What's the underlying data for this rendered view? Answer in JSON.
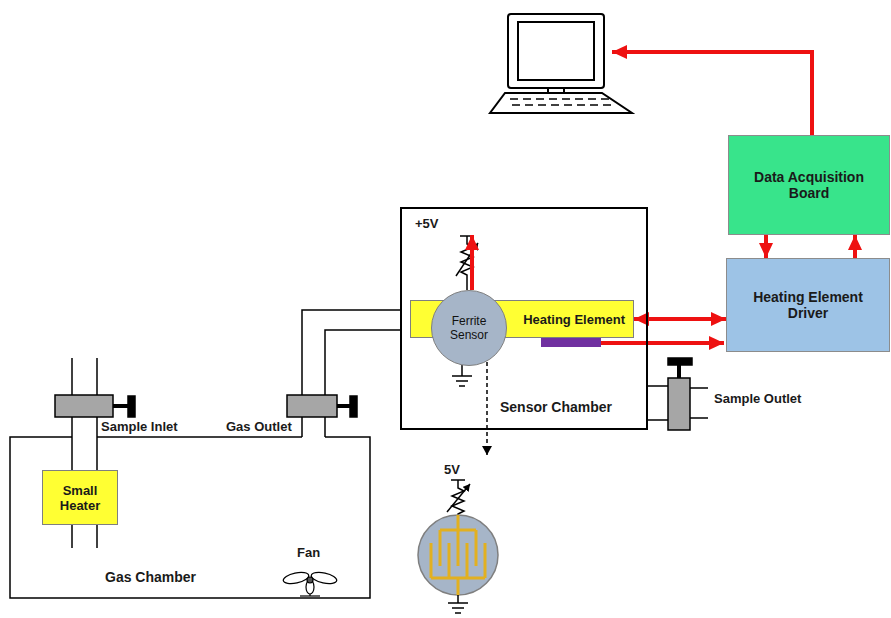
{
  "diagram": {
    "nodes": [
      {
        "text": [
          "Gas Chamber"
        ]
      },
      {
        "text": [
          "Small Heater"
        ],
        "in": 0
      },
      {
        "text": [
          "Sensor Chamber"
        ]
      },
      {
        "text": [
          "Ferrite Sensor"
        ],
        "in": 2
      },
      {
        "text": [
          "Heating Element"
        ],
        "in": 2
      },
      {
        "text": [
          "Data Acquisition Board"
        ]
      },
      {
        "text": [
          "Heating Element Driver"
        ]
      }
    ],
    "edges": [
      {
        "from": 3,
        "to": 5,
        "arrow": "to"
      },
      {
        "from": 5,
        "to": 6,
        "arrow": "to"
      },
      {
        "from": 6,
        "to": 5,
        "arrow": "to"
      },
      {
        "from": 4,
        "to": 6,
        "arrow": "both"
      }
    ],
    "labels": [
      "+5V",
      "Sample Inlet",
      "Gas Outlet",
      "Sample Outlet",
      "Fan",
      "5V"
    ]
  }
}
